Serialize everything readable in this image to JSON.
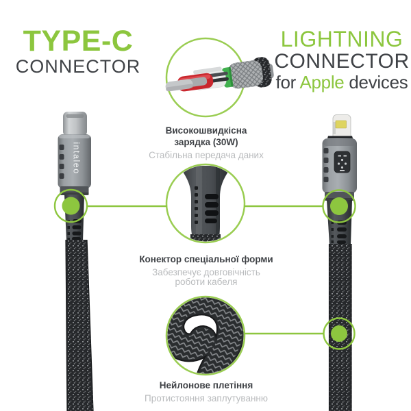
{
  "header_left": {
    "title": "TYPE-C",
    "subtitle": "CONNECTOR"
  },
  "header_right": {
    "title": "LIGHTNING",
    "subtitle": "CONNECTOR",
    "tagline_pre": "for ",
    "tagline_brand": "Apple",
    "tagline_post": " devices"
  },
  "brand": {
    "connector_logo": "intaleo"
  },
  "features": [
    {
      "title_lines": [
        "Високошвидкісна",
        "зарядка (30W)"
      ],
      "subtitle_lines": [
        "Стабільна передача даних"
      ]
    },
    {
      "title_lines": [
        "Конектор спеціальної форми"
      ],
      "subtitle_lines": [
        "Забезпечує довговічність",
        "роботи кабеля"
      ]
    },
    {
      "title_lines": [
        "Нейлонове плетіння"
      ],
      "subtitle_lines": [
        "Протистояння заплутуванню"
      ]
    }
  ],
  "colors": {
    "accent_green": "#8CC63E",
    "circle_stroke_green": "#9ACD52",
    "title_dark": "#3E4145",
    "subtitle_gray": "#B9BBBD",
    "connector_gray": "#9BA0A4",
    "braid_dark": "#26282B",
    "red_layer": "#C9272E",
    "gold_contact": "#DED460"
  }
}
